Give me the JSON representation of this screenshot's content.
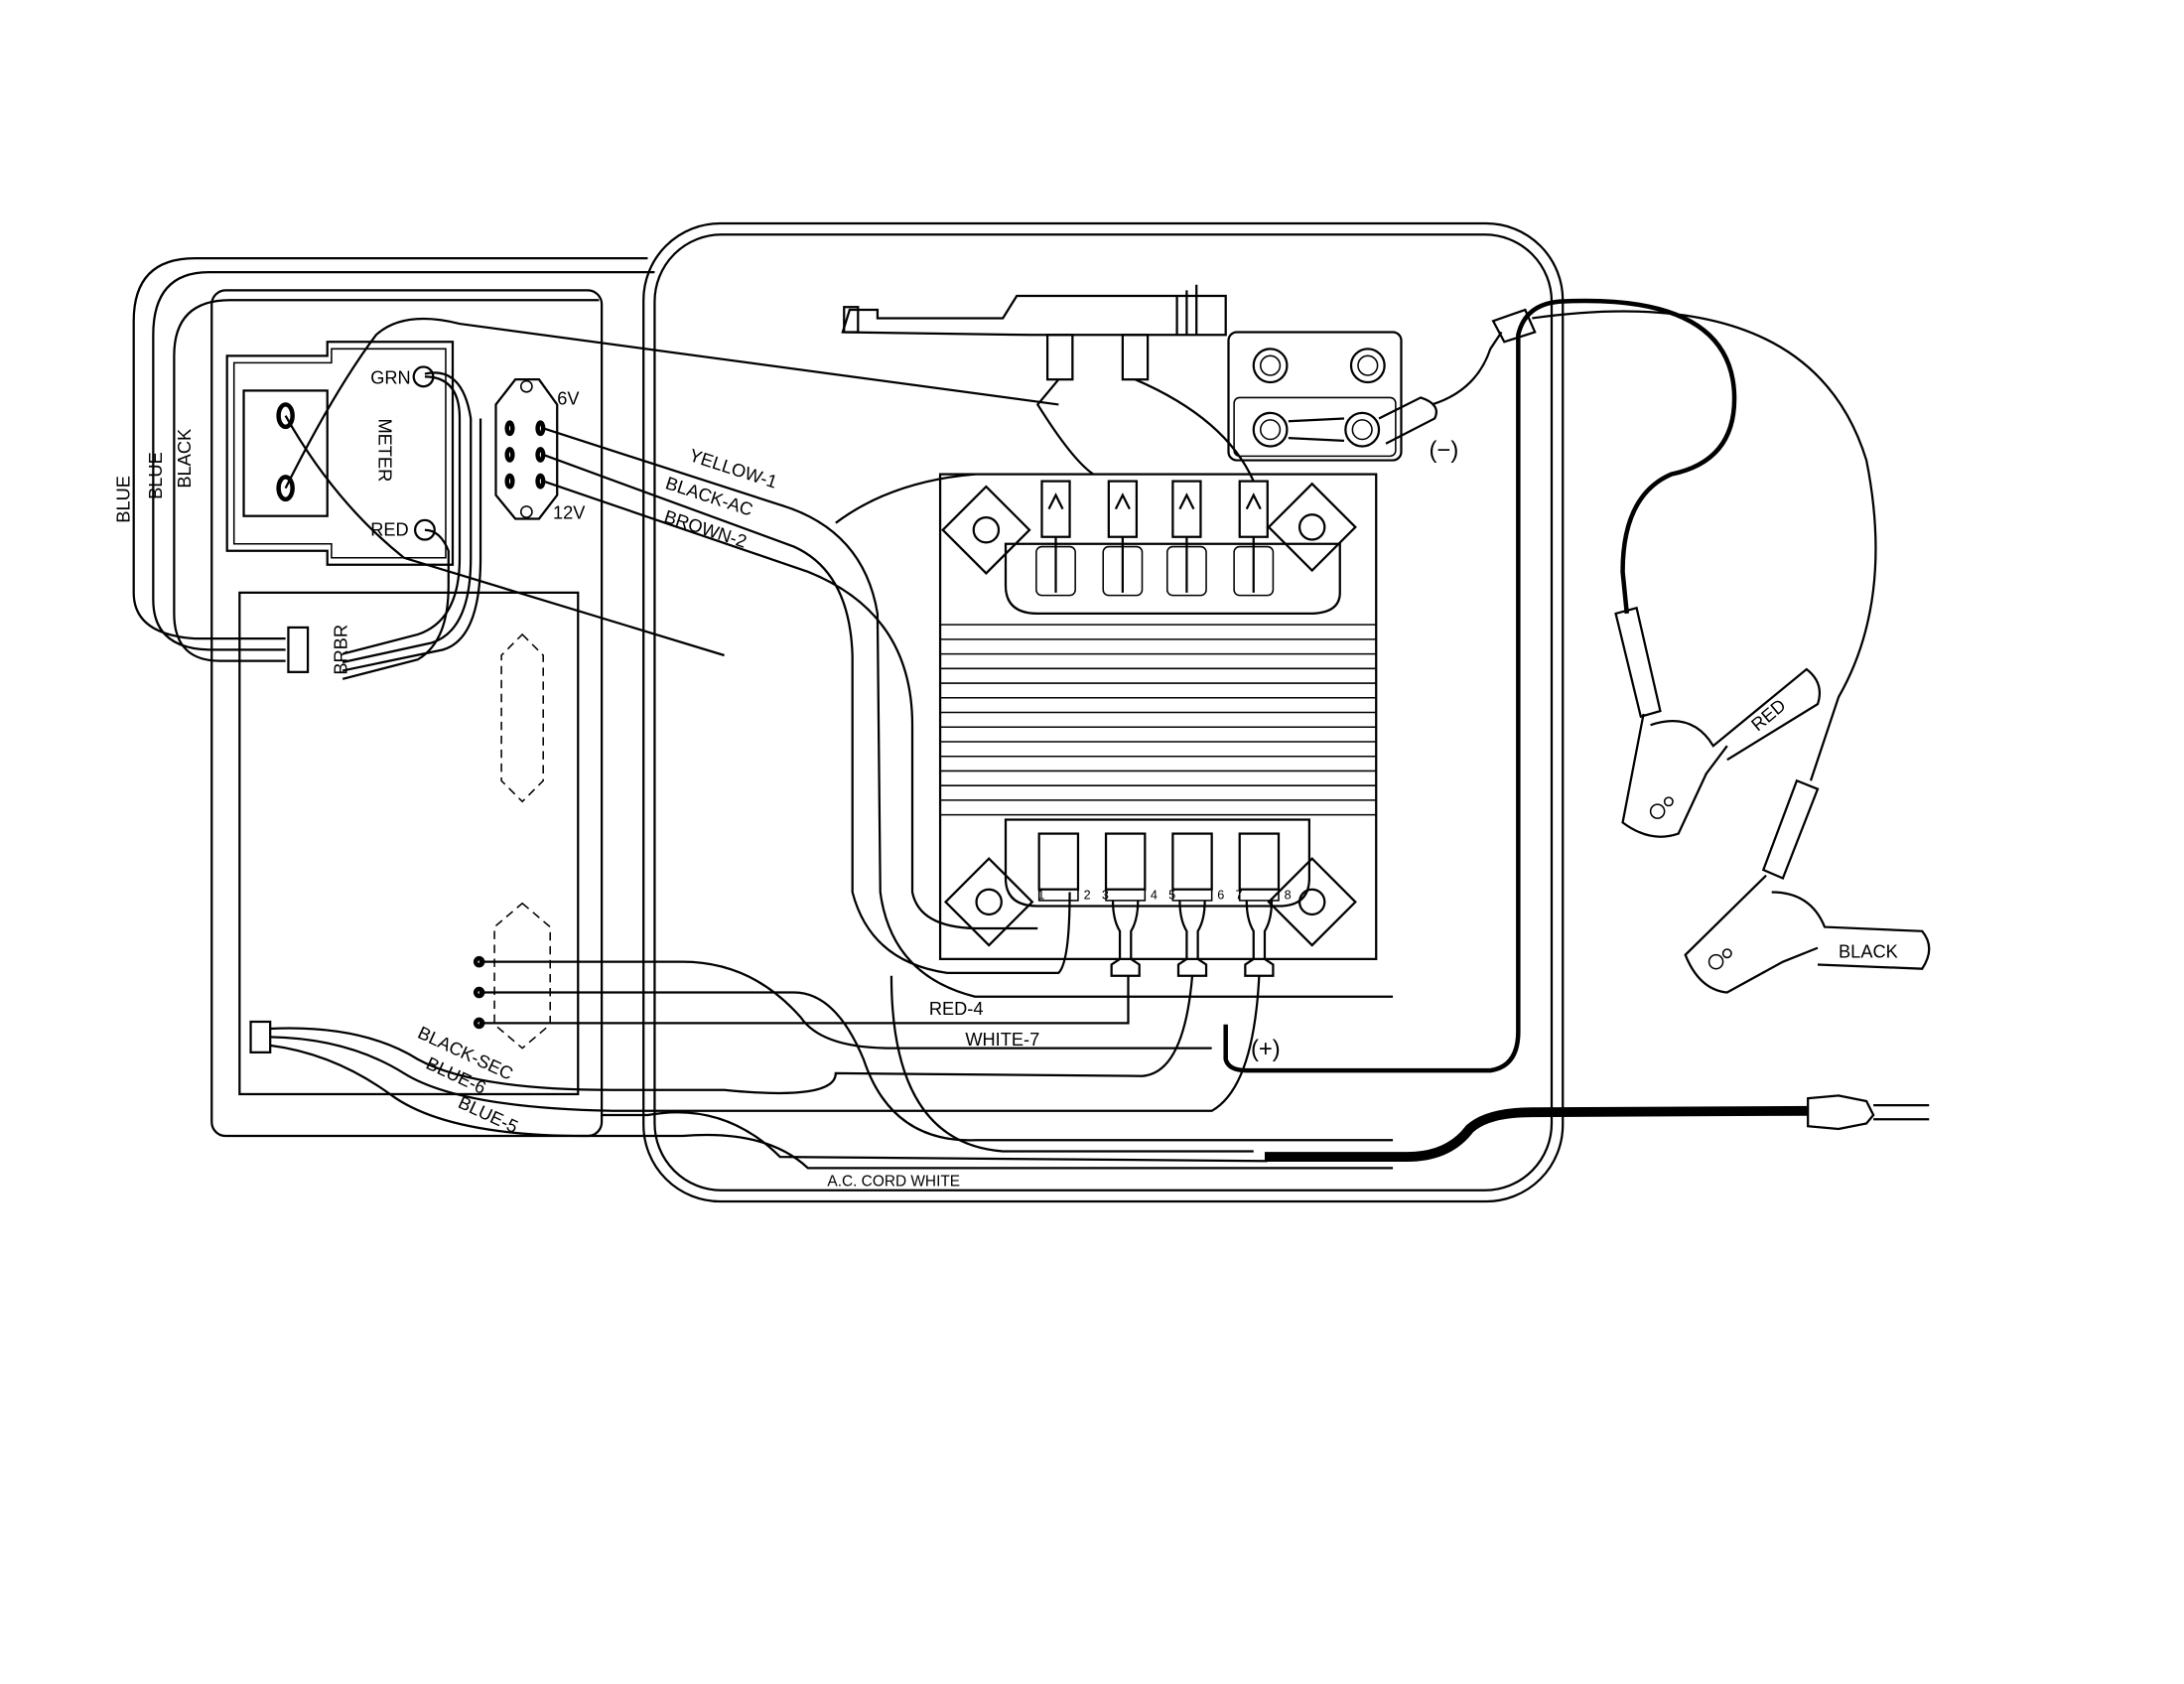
{
  "labels": {
    "blue_1": "BLUE",
    "blue_2": "BLUE",
    "black": "BLACK",
    "meter": "METER",
    "grn": "GRN",
    "red_term": "RED",
    "six_v": "6V",
    "twelve_v": "12V",
    "yellow_1": "YELLOW-1",
    "black_ac": "BLACK-AC",
    "brown_2": "BROWN-2",
    "brbr": "BRBR",
    "red_4": "RED-4",
    "white_7": "WHITE-7",
    "black_sec": "BLACK-SEC",
    "blue_6": "BLUE-6",
    "blue_5": "BLUE-5",
    "ac_cord_white": "A.C. CORD WHITE",
    "negative": "(−)",
    "positive": "(+)",
    "red_clamp": "RED",
    "black_clamp": "BLACK"
  },
  "terminal_numbers": [
    "1",
    "2",
    "3",
    "4",
    "5",
    "6",
    "7",
    "8"
  ],
  "colors": {
    "line": "#000000",
    "background": "#ffffff"
  }
}
